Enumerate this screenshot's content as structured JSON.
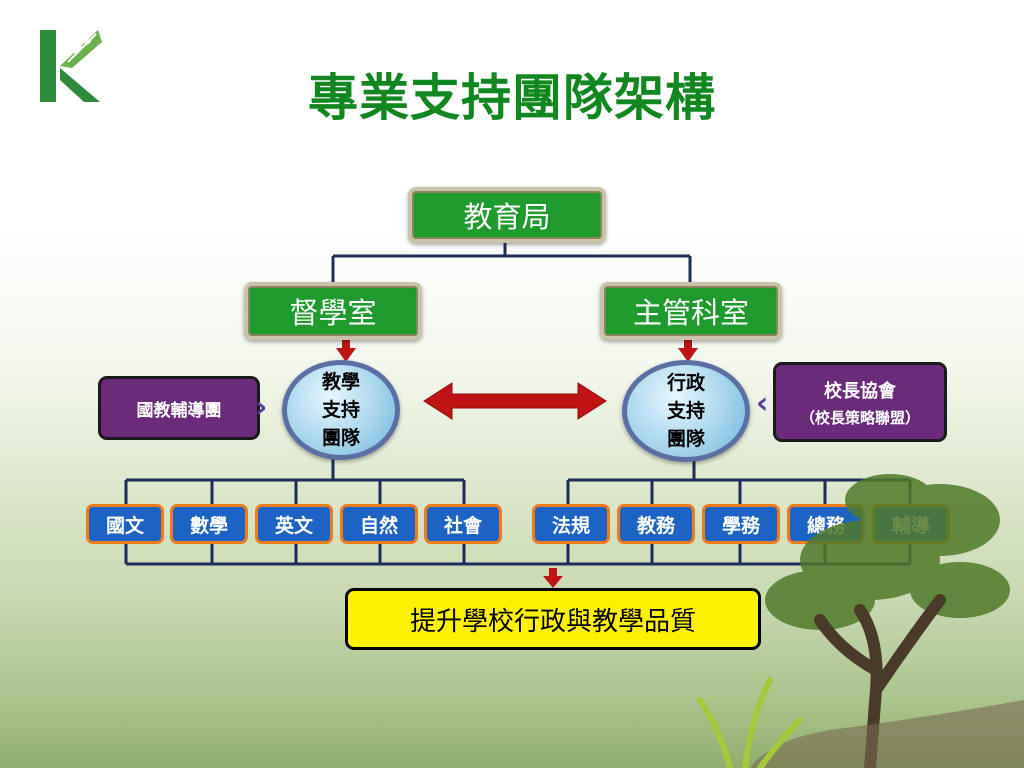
{
  "title": "專業支持團隊架構",
  "colors": {
    "title": "#12871f",
    "green_box": "#1f9a2c",
    "purple_box": "#6b2a7a",
    "subject_box": "#1d63c4",
    "subject_border": "#ee7b1c",
    "result_box": "#fff200",
    "arrow": "#c01414"
  },
  "diagram": {
    "top": "教育局",
    "left_branch": "督學室",
    "right_branch": "主管科室",
    "left_team": "教學\n支持\n團隊",
    "right_team": "行政\n支持\n團隊",
    "left_side_box": "國教輔導團",
    "right_side_box": {
      "line1": "校長協會",
      "line2": "（校長策略聯盟）"
    },
    "teaching_subjects": [
      "國文",
      "數學",
      "英文",
      "自然",
      "社會"
    ],
    "admin_subjects": [
      "法規",
      "教務",
      "學務",
      "總務",
      "輔導"
    ],
    "result": "提升學校行政與教學品質"
  }
}
